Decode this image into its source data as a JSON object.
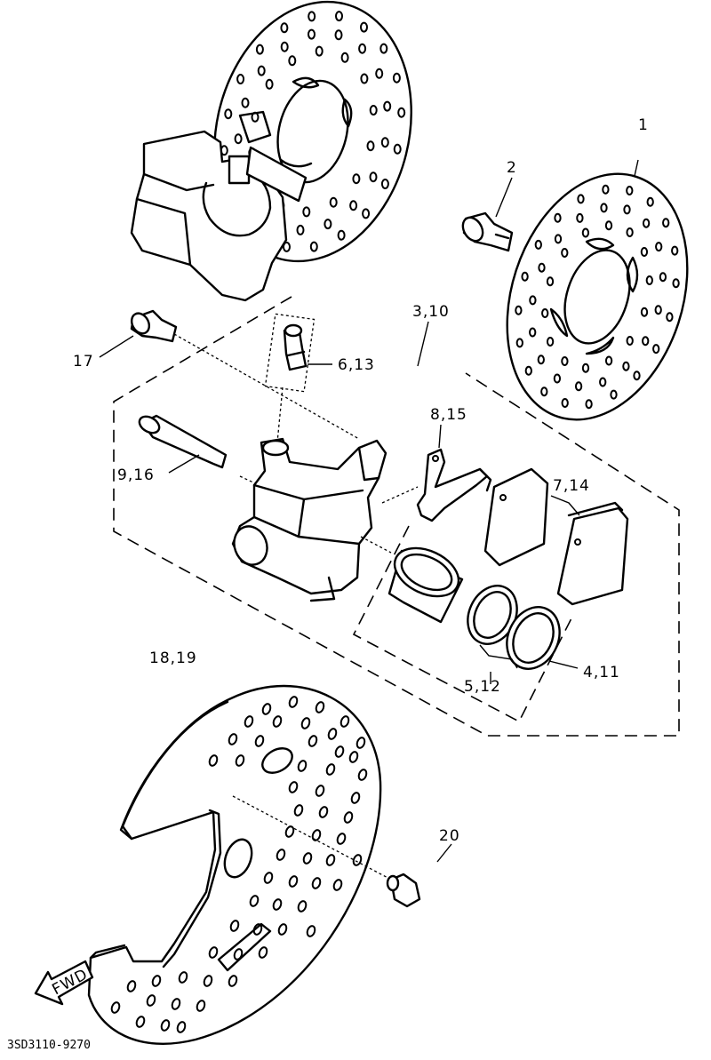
{
  "diagram": {
    "callouts": {
      "c1": "1",
      "c2": "2",
      "c3_10": "3,10",
      "c17": "17",
      "c6_13": "6,13",
      "c8_15": "8,15",
      "c9_16": "9,16",
      "c7_14": "7,14",
      "c18_19": "18,19",
      "c5_12": "5,12",
      "c4_11": "4,11",
      "c20": "20"
    },
    "fwd_label": "FWD",
    "drawing_code": "3SD3110-9270"
  }
}
